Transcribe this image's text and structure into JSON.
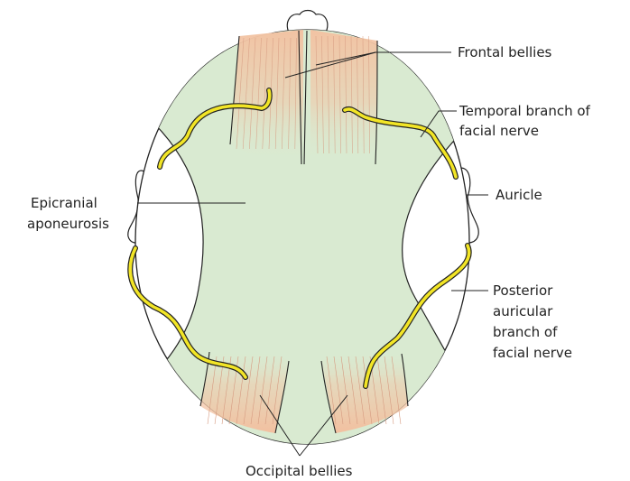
{
  "labels": {
    "frontal": "Frontal bellies",
    "temporal_1": "Temporal branch of",
    "temporal_2": "facial nerve",
    "auricle": "Auricle",
    "epicranial_1": "Epicranial",
    "epicranial_2": "aponeurosis",
    "posterior_1": "Posterior",
    "posterior_2": "auricular",
    "posterior_3": "branch of",
    "posterior_4": "facial nerve",
    "occipital": "Occipital bellies"
  },
  "colors": {
    "aponeurosis": "#d9ead1",
    "muscle": "#f2c6a6",
    "nerve": "#f2e526",
    "outline": "#222222",
    "skin": "#ffffff"
  }
}
